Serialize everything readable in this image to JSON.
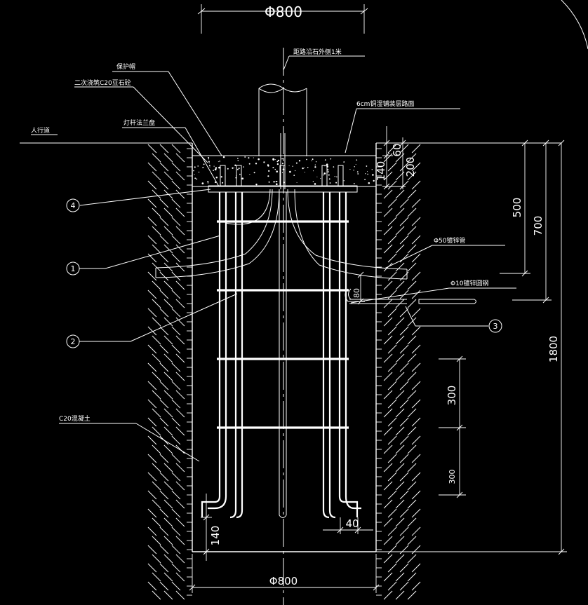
{
  "drawing": {
    "dims": {
      "top_diameter": "Φ800",
      "bottom_diameter": "Φ800",
      "d60": "60",
      "d140_top": "140",
      "d200": "200",
      "d500": "500",
      "d700": "700",
      "d1800": "1800",
      "d300_upper": "300",
      "d300_lower": "300",
      "d140_bottom": "140",
      "d40": "40",
      "d80": "80"
    },
    "labels": {
      "distance_note": "距路沿石外侧1米",
      "protective_cap": "保护帽",
      "secondary_pour": "二次浇筑C20豆石砼",
      "flange_plate": "灯杆法兰盘",
      "cement_layer": "6cm铜湿铺装层路面",
      "sidewalk": "人行道",
      "conduit": "Φ50镀锌管",
      "ground_ring": "Φ10镀锌圆钢",
      "concrete": "C20混凝土"
    },
    "callouts": {
      "c1": "1",
      "c2": "2",
      "c3": "3",
      "c4": "4"
    }
  }
}
